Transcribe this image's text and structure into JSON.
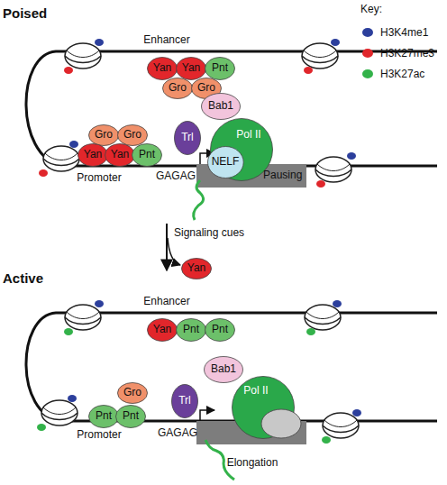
{
  "diagram": {
    "nodes": [
      {
        "text": [
          "Yan"
        ]
      },
      {
        "text": [
          "Yan"
        ]
      },
      {
        "text": [
          "Pnt"
        ]
      },
      {
        "text": [
          "Gro"
        ]
      },
      {
        "text": [
          "Gro"
        ]
      },
      {
        "text": [
          "Gro"
        ]
      },
      {
        "text": [
          "Gro"
        ]
      },
      {
        "text": [
          "Bab1"
        ]
      },
      {
        "text": [
          "Yan"
        ]
      },
      {
        "text": [
          "Yan"
        ]
      },
      {
        "text": [
          "Pnt"
        ]
      },
      {
        "text": [
          "Trl"
        ]
      },
      {
        "text": [
          "Pol II"
        ]
      },
      {
        "text": [
          "NELF"
        ]
      },
      {
        "text": [
          "Yan"
        ]
      },
      {
        "text": [
          "Yan"
        ]
      },
      {
        "text": [
          "Pnt"
        ]
      },
      {
        "text": [
          "Pnt"
        ]
      },
      {
        "text": [
          "Gro"
        ]
      },
      {
        "text": [
          "Bab1"
        ]
      },
      {
        "text": [
          "Pnt"
        ]
      },
      {
        "text": [
          "Pnt"
        ]
      },
      {
        "text": [
          "Trl"
        ]
      },
      {
        "text": [
          "Pol II"
        ]
      }
    ],
    "labels": [
      "Poised",
      "Key:",
      "Enhancer",
      "Promoter",
      "GAGAG",
      "Pausing",
      "Signaling cues",
      "Active",
      "Enhancer",
      "Promoter",
      "GAGAG",
      "Elongation"
    ],
    "legend": [
      {
        "text": "H3K4me1",
        "color": "#2c3f9c"
      },
      {
        "text": "H3K27me3",
        "color": "#e0262b"
      },
      {
        "text": "H3K27ac",
        "color": "#33b24a"
      }
    ]
  }
}
